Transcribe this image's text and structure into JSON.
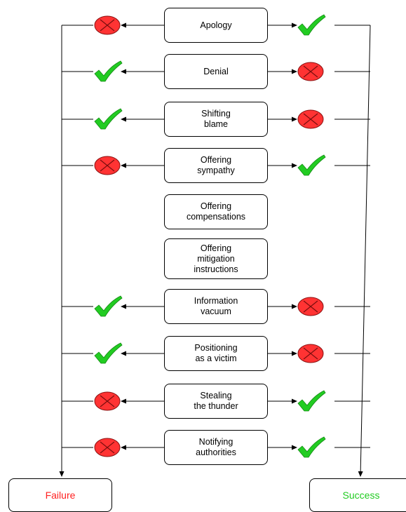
{
  "strategies": [
    {
      "label": "Apology",
      "failure": "cross",
      "success": "check"
    },
    {
      "label": "Denial",
      "failure": "check",
      "success": "cross"
    },
    {
      "label": "Shifting\nblame",
      "failure": "check",
      "success": "cross"
    },
    {
      "label": "Offering\nsympathy",
      "failure": "cross",
      "success": "check"
    },
    {
      "label": "Offering\ncompensations",
      "failure": null,
      "success": null
    },
    {
      "label": "Offering\nmitigation\ninstructions",
      "failure": null,
      "success": null
    },
    {
      "label": "Information\nvacuum",
      "failure": "check",
      "success": "cross"
    },
    {
      "label": "Positioning\nas a victim",
      "failure": "check",
      "success": "cross"
    },
    {
      "label": "Stealing\nthe thunder",
      "failure": "cross",
      "success": "check"
    },
    {
      "label": "Notifying\nauthorities",
      "failure": "cross",
      "success": "check"
    }
  ],
  "outcomes": {
    "failure": {
      "label": "Failure",
      "color": "#ff2020"
    },
    "success": {
      "label": "Success",
      "color": "#22cc22"
    }
  },
  "icons": {
    "check": {
      "name": "check-icon",
      "color": "#22cc22"
    },
    "cross": {
      "name": "cross-icon",
      "color": "#ff3333"
    }
  }
}
